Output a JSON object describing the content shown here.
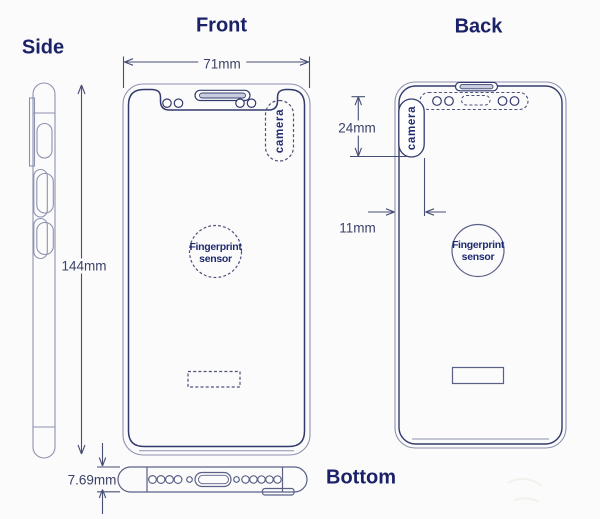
{
  "diagram": {
    "side": {
      "title": "Side",
      "height": "144mm"
    },
    "front": {
      "title": "Front",
      "width": "71mm",
      "camera": "camera",
      "fingerprint1": "Fingerprint",
      "fingerprint2": "sensor"
    },
    "back": {
      "title": "Back",
      "camera": "camera",
      "camera_height": "24mm",
      "camera_offset": "11mm",
      "fingerprint1": "Fingerprint",
      "fingerprint2": "sensor"
    },
    "bottom": {
      "title": "Bottom",
      "thickness": "7.69mm"
    }
  },
  "colors": {
    "heading": "#1a2168",
    "dimension_text": "#3b4268",
    "line_light": "#8d92b0",
    "line_dark": "#323a6d",
    "line_mid": "#5a6086"
  }
}
